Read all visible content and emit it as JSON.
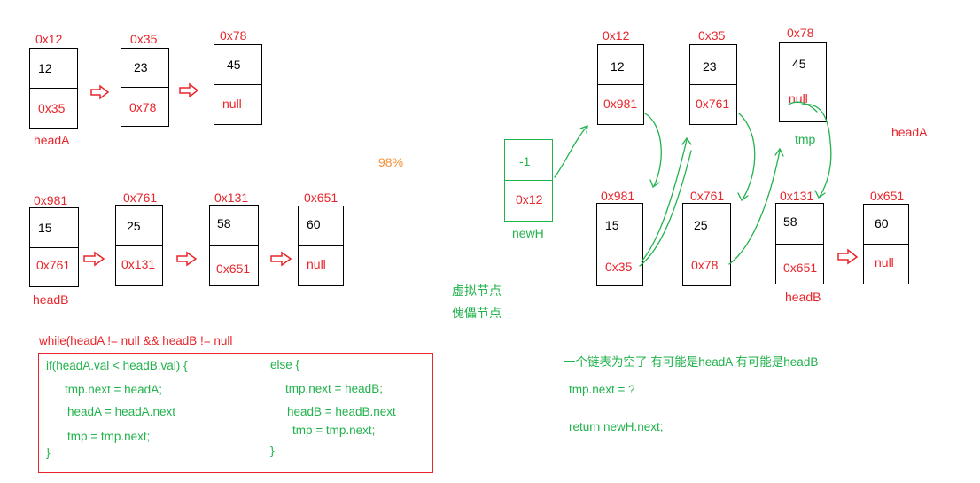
{
  "left": {
    "listA": [
      {
        "addr": "0x12",
        "val": "12",
        "next": "0x35"
      },
      {
        "addr": "0x35",
        "val": "23",
        "next": "0x78"
      },
      {
        "addr": "0x78",
        "val": "45",
        "next": "null"
      }
    ],
    "headA_label": "headA",
    "listB": [
      {
        "addr": "0x981",
        "val": "15",
        "next": "0x761"
      },
      {
        "addr": "0x761",
        "val": "25",
        "next": "0x131"
      },
      {
        "addr": "0x131",
        "val": "58",
        "next": "0x651"
      },
      {
        "addr": "0x651",
        "val": "60",
        "next": "null"
      }
    ],
    "headB_label": "headB"
  },
  "percent": "98%",
  "right": {
    "listA": [
      {
        "addr": "0x12",
        "val": "12",
        "next": "0x981"
      },
      {
        "addr": "0x35",
        "val": "23",
        "next": "0x761"
      },
      {
        "addr": "0x78",
        "val": "45",
        "next": "null"
      }
    ],
    "tmp_label": "tmp",
    "headA_label": "headA",
    "newH": {
      "val": "-1",
      "next": "0x12",
      "label": "newH"
    },
    "listB": [
      {
        "addr": "0x981",
        "val": "15",
        "next": "0x35"
      },
      {
        "addr": "0x761",
        "val": "25",
        "next": "0x78"
      },
      {
        "addr": "0x131",
        "val": "58",
        "next": "0x651"
      },
      {
        "addr": "0x651",
        "val": "60",
        "next": "null"
      }
    ],
    "headB_label": "headB"
  },
  "dummy_notes": [
    "虚拟节点",
    "傀儡节点"
  ],
  "code": {
    "while_line": "while(headA != null && headB != null",
    "if_lines": [
      "if(headA.val < headB.val) {",
      "tmp.next = headA;",
      "headA = headA.next",
      "tmp = tmp.next;",
      "}"
    ],
    "else_lines": [
      "else {",
      "tmp.next = headB;",
      "headB = headB.next",
      "tmp = tmp.next;",
      "}"
    ]
  },
  "notes": {
    "empty_line": "一个链表为空了 有可能是headA  有可能是headB",
    "tmp_next": "tmp.next = ?",
    "return_line": "return newH.next;"
  },
  "colors": {
    "red": "#e8252b",
    "green": "#22b24c",
    "orange": "#f5913a"
  }
}
